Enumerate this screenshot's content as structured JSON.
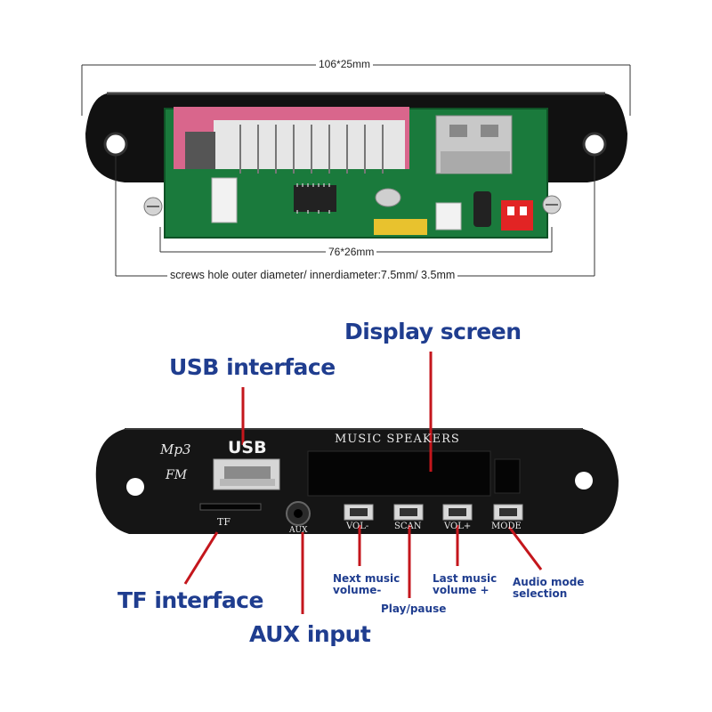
{
  "dimensions": {
    "overall": "106*25mm",
    "board": "76*26mm",
    "screw_hole": "screws hole outer diameter/ innerdiameter:7.5mm/ 3.5mm"
  },
  "callouts": {
    "display_screen": "Display screen",
    "usb_interface": "USB interface",
    "tf_interface": "TF interface",
    "aux_input": "AUX input",
    "next_music": "Next music\nvolume-",
    "play_pause": "Play/pause",
    "last_music": "Last music\nvolume +",
    "audio_mode": "Audio mode\nselection"
  },
  "panel": {
    "brand_line1": "Mp3",
    "brand_line2": "FM",
    "usb_label": "USB",
    "title": "MUSIC SPEAKERS",
    "tf_label": "TF",
    "aux_label": "AUX",
    "buttons": {
      "vol_minus": "VOL-",
      "scan": "SCAN",
      "vol_plus": "VOL+",
      "mode": "MODE"
    }
  },
  "colors": {
    "callout_text": "#1f3d8f",
    "leader_line": "#c4161c",
    "panel": "#151515",
    "pcb": "#1a7a3c"
  }
}
